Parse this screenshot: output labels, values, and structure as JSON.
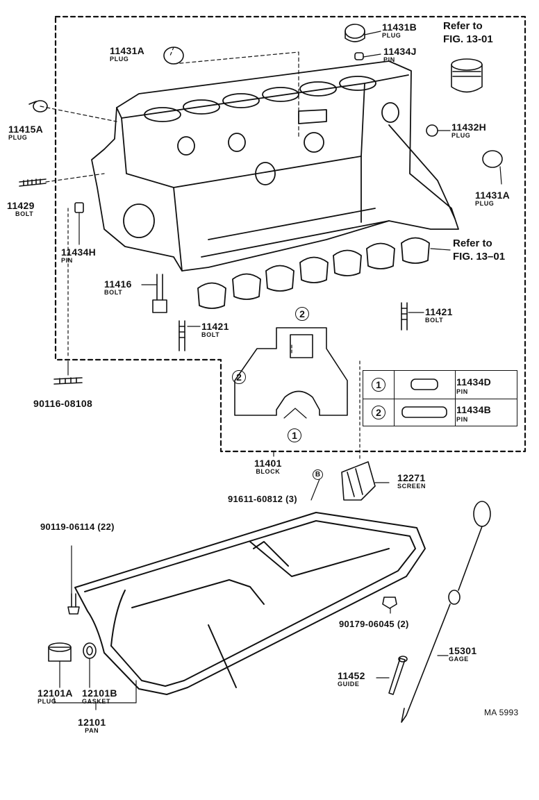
{
  "parts": {
    "p11431b": {
      "num": "11431B",
      "name": "PLUG"
    },
    "p11434j": {
      "num": "11434J",
      "name": "PIN"
    },
    "p11431a_top": {
      "num": "11431A",
      "name": "PLUG"
    },
    "p11415a": {
      "num": "11415A",
      "name": "PLUG"
    },
    "p11432h": {
      "num": "11432H",
      "name": "PLUG"
    },
    "p11431a_right": {
      "num": "11431A",
      "name": "PLUG"
    },
    "p11429": {
      "num": "11429",
      "name": "BOLT"
    },
    "p11434h": {
      "num": "11434H",
      "name": "PIN"
    },
    "p11416": {
      "num": "11416",
      "name": "BOLT"
    },
    "p11421_left": {
      "num": "11421",
      "name": "BOLT"
    },
    "p11421_right": {
      "num": "11421",
      "name": "BOLT"
    },
    "p90116": {
      "num": "90116-08108"
    },
    "p11401": {
      "num": "11401",
      "name": "BLOCK"
    },
    "p91611": {
      "num": "91611-60812 (3)"
    },
    "p12271": {
      "num": "12271",
      "name": "SCREEN"
    },
    "p90119": {
      "num": "90119-06114 (22)"
    },
    "p90179": {
      "num": "90179-06045 (2)"
    },
    "p15301": {
      "num": "15301",
      "name": "GAGE"
    },
    "p11452": {
      "num": "11452",
      "name": "GUIDE"
    },
    "p12101a": {
      "num": "12101A",
      "name": "PLUG"
    },
    "p12101b": {
      "num": "12101B",
      "name": "GASKET"
    },
    "p12101": {
      "num": "12101",
      "name": "PAN"
    }
  },
  "refs": {
    "top": {
      "line1": "Refer to",
      "line2": "FIG. 13-01"
    },
    "mid": {
      "line1": "Refer to",
      "line2": "FIG. 13–01"
    }
  },
  "legend": {
    "rows": [
      {
        "marker": "1",
        "num": "11434D",
        "name": "PIN"
      },
      {
        "marker": "2",
        "num": "11434B",
        "name": "PIN"
      }
    ]
  },
  "callouts": {
    "one": "1",
    "two": "2",
    "b": "B"
  },
  "drawing_code": "MA 5993"
}
